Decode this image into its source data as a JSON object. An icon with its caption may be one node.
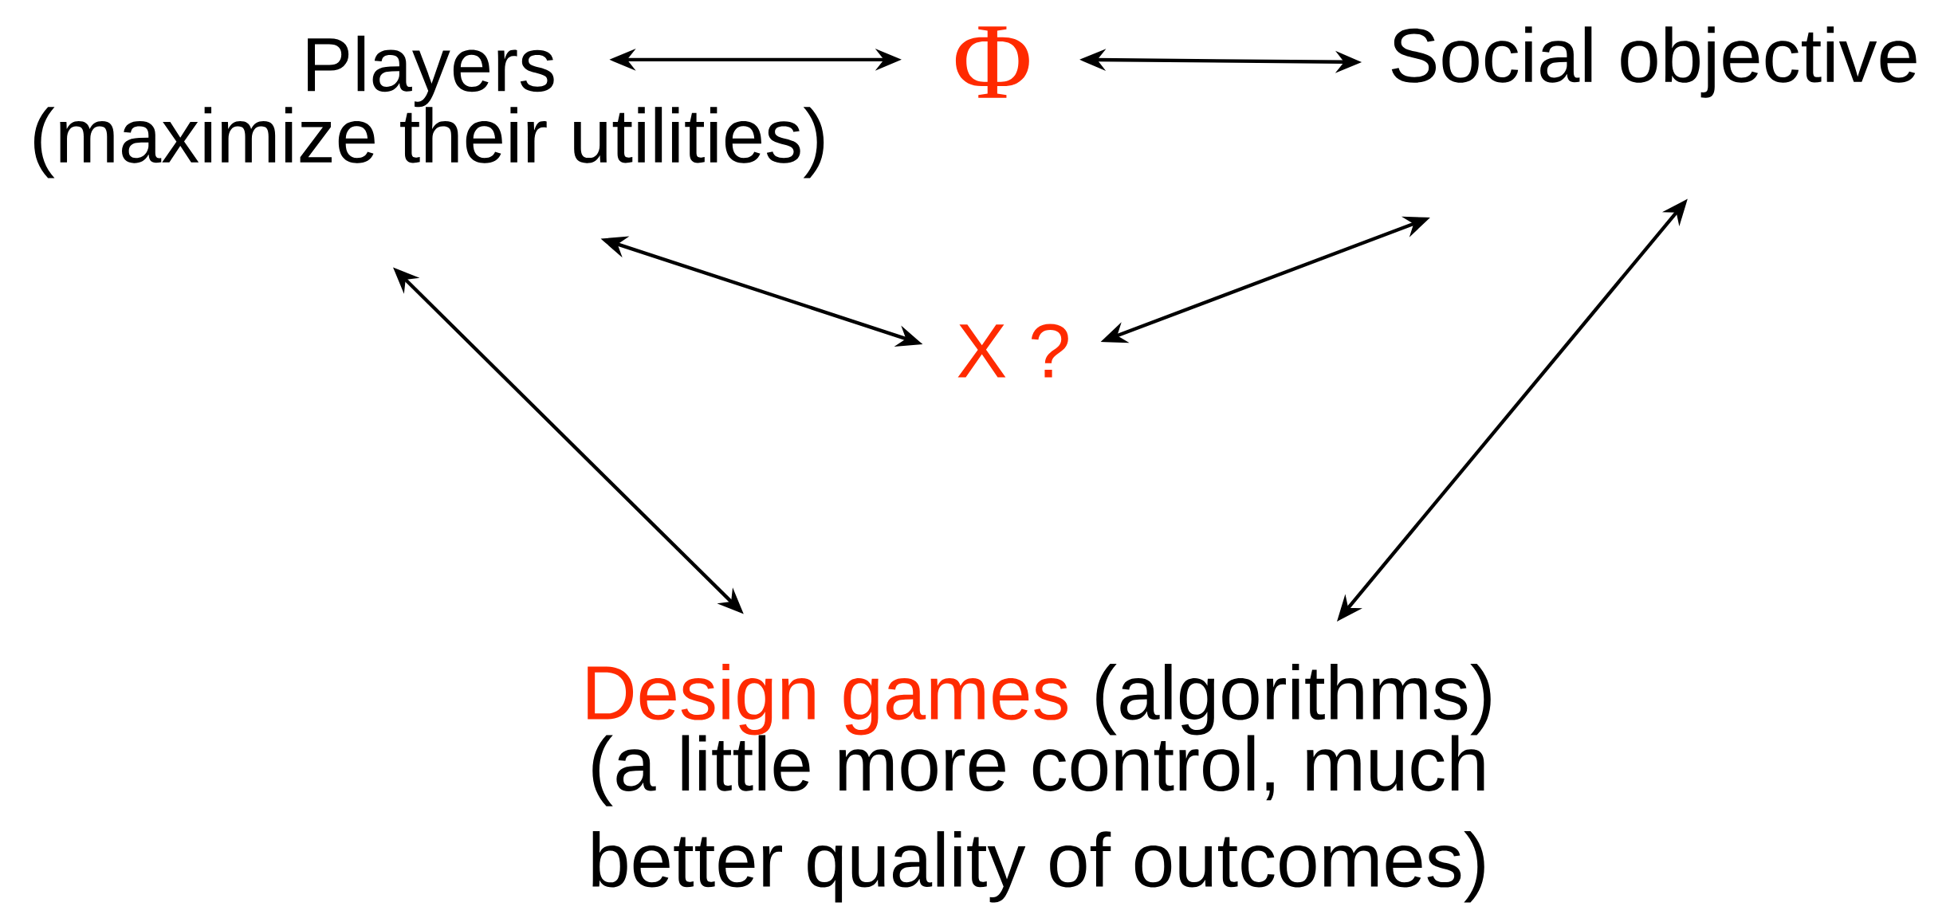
{
  "diagram": {
    "nodes": [
      {
        "text": [
          "Players",
          "(maximize their utilities)"
        ]
      },
      {
        "text": [
          "Φ"
        ]
      },
      {
        "text": [
          "Social objective"
        ]
      },
      {
        "text": [
          "X ?"
        ]
      },
      {
        "text": [
          "Design games",
          "(algorithms)",
          "(a little more control, much better quality of outcomes)"
        ]
      }
    ],
    "edges": [
      {
        "from": 0,
        "to": 1,
        "arrow": "both"
      },
      {
        "from": 1,
        "to": 2,
        "arrow": "both"
      },
      {
        "from": 0,
        "to": 3,
        "arrow": "both"
      },
      {
        "from": 2,
        "to": 3,
        "arrow": "both"
      },
      {
        "from": 0,
        "to": 4,
        "arrow": "both"
      },
      {
        "from": 2,
        "to": 4,
        "arrow": "both"
      }
    ]
  }
}
